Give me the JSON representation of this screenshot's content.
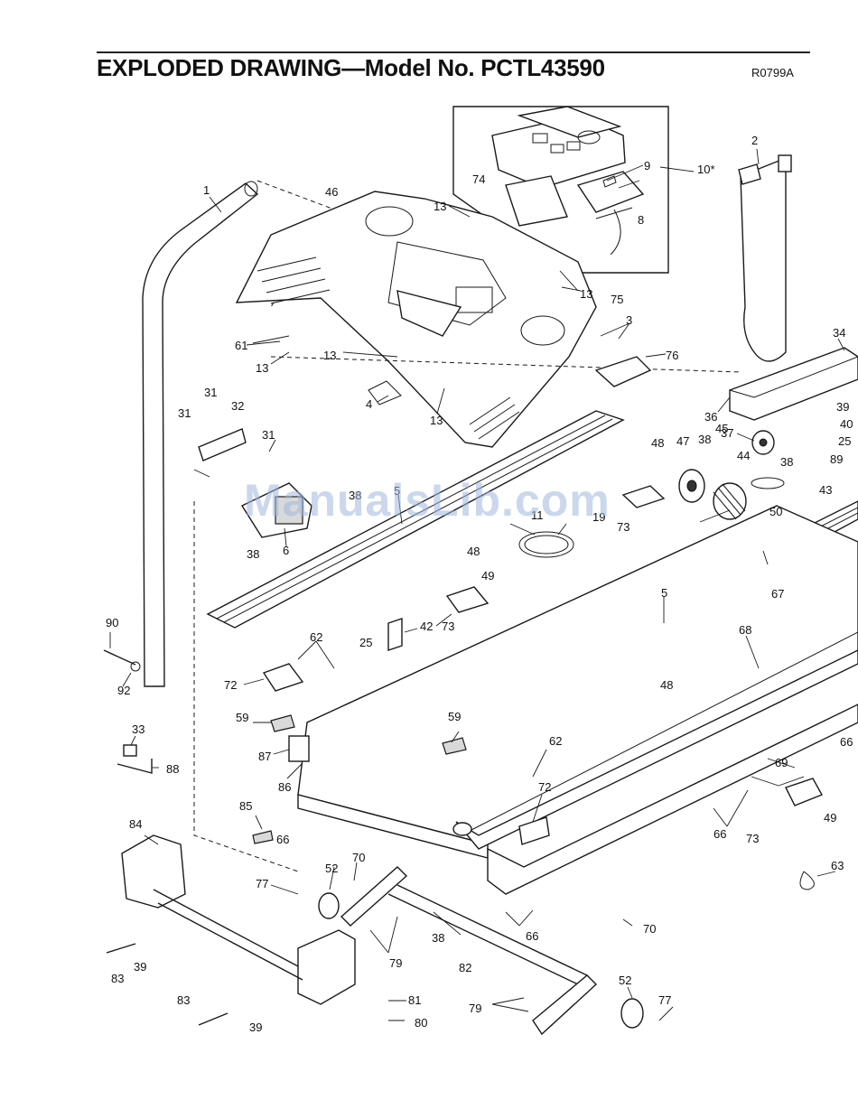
{
  "header": {
    "title": "EXPLODED DRAWING—Model No. PCTL43590",
    "revision": "R0799A"
  },
  "watermark": "ManualsLib.com",
  "callouts": [
    {
      "id": "c1",
      "text": "1"
    },
    {
      "id": "c2",
      "text": "2"
    },
    {
      "id": "c3",
      "text": "3"
    },
    {
      "id": "c4",
      "text": "4"
    },
    {
      "id": "c5a",
      "text": "5"
    },
    {
      "id": "c5b",
      "text": "5"
    },
    {
      "id": "c6",
      "text": "6"
    },
    {
      "id": "c8",
      "text": "8"
    },
    {
      "id": "c9",
      "text": "9"
    },
    {
      "id": "c10",
      "text": "10*"
    },
    {
      "id": "c11",
      "text": "11"
    },
    {
      "id": "c13a",
      "text": "13"
    },
    {
      "id": "c13b",
      "text": "13"
    },
    {
      "id": "c13c",
      "text": "13"
    },
    {
      "id": "c13d",
      "text": "13"
    },
    {
      "id": "c13e",
      "text": "13"
    },
    {
      "id": "c19",
      "text": "19"
    },
    {
      "id": "c25a",
      "text": "25"
    },
    {
      "id": "c25b",
      "text": "25"
    },
    {
      "id": "c31a",
      "text": "31"
    },
    {
      "id": "c31b",
      "text": "31"
    },
    {
      "id": "c31c",
      "text": "31"
    },
    {
      "id": "c32",
      "text": "32"
    },
    {
      "id": "c33",
      "text": "33"
    },
    {
      "id": "c34",
      "text": "34"
    },
    {
      "id": "c36",
      "text": "36"
    },
    {
      "id": "c37",
      "text": "37"
    },
    {
      "id": "c38a",
      "text": "38"
    },
    {
      "id": "c38b",
      "text": "38"
    },
    {
      "id": "c38c",
      "text": "38"
    },
    {
      "id": "c38d",
      "text": "38"
    },
    {
      "id": "c38e",
      "text": "38"
    },
    {
      "id": "c39a",
      "text": "39"
    },
    {
      "id": "c39b",
      "text": "39"
    },
    {
      "id": "c39c",
      "text": "39"
    },
    {
      "id": "c40",
      "text": "40"
    },
    {
      "id": "c42",
      "text": "42"
    },
    {
      "id": "c43",
      "text": "43"
    },
    {
      "id": "c44",
      "text": "44"
    },
    {
      "id": "c45",
      "text": "45"
    },
    {
      "id": "c46",
      "text": "46"
    },
    {
      "id": "c47",
      "text": "47"
    },
    {
      "id": "c48a",
      "text": "48"
    },
    {
      "id": "c48b",
      "text": "48"
    },
    {
      "id": "c48c",
      "text": "48"
    },
    {
      "id": "c49a",
      "text": "49"
    },
    {
      "id": "c49b",
      "text": "49"
    },
    {
      "id": "c50",
      "text": "50"
    },
    {
      "id": "c52a",
      "text": "52"
    },
    {
      "id": "c52b",
      "text": "52"
    },
    {
      "id": "c59a",
      "text": "59"
    },
    {
      "id": "c59b",
      "text": "59"
    },
    {
      "id": "c61",
      "text": "61"
    },
    {
      "id": "c62a",
      "text": "62"
    },
    {
      "id": "c62b",
      "text": "62"
    },
    {
      "id": "c63",
      "text": "63"
    },
    {
      "id": "c66a",
      "text": "66"
    },
    {
      "id": "c66b",
      "text": "66"
    },
    {
      "id": "c66c",
      "text": "66"
    },
    {
      "id": "c66d",
      "text": "66"
    },
    {
      "id": "c67",
      "text": "67"
    },
    {
      "id": "c68",
      "text": "68"
    },
    {
      "id": "c69",
      "text": "69"
    },
    {
      "id": "c70a",
      "text": "70"
    },
    {
      "id": "c70b",
      "text": "70"
    },
    {
      "id": "c72a",
      "text": "72"
    },
    {
      "id": "c72b",
      "text": "72"
    },
    {
      "id": "c73a",
      "text": "73"
    },
    {
      "id": "c73b",
      "text": "73"
    },
    {
      "id": "c73c",
      "text": "73"
    },
    {
      "id": "c74",
      "text": "74"
    },
    {
      "id": "c75",
      "text": "75"
    },
    {
      "id": "c76",
      "text": "76"
    },
    {
      "id": "c77a",
      "text": "77"
    },
    {
      "id": "c77b",
      "text": "77"
    },
    {
      "id": "c79a",
      "text": "79"
    },
    {
      "id": "c79b",
      "text": "79"
    },
    {
      "id": "c80",
      "text": "80"
    },
    {
      "id": "c81",
      "text": "81"
    },
    {
      "id": "c82",
      "text": "82"
    },
    {
      "id": "c83a",
      "text": "83"
    },
    {
      "id": "c83b",
      "text": "83"
    },
    {
      "id": "c84",
      "text": "84"
    },
    {
      "id": "c85",
      "text": "85"
    },
    {
      "id": "c86",
      "text": "86"
    },
    {
      "id": "c87",
      "text": "87"
    },
    {
      "id": "c88",
      "text": "88"
    },
    {
      "id": "c89",
      "text": "89"
    },
    {
      "id": "c90",
      "text": "90"
    },
    {
      "id": "c92",
      "text": "92"
    }
  ]
}
